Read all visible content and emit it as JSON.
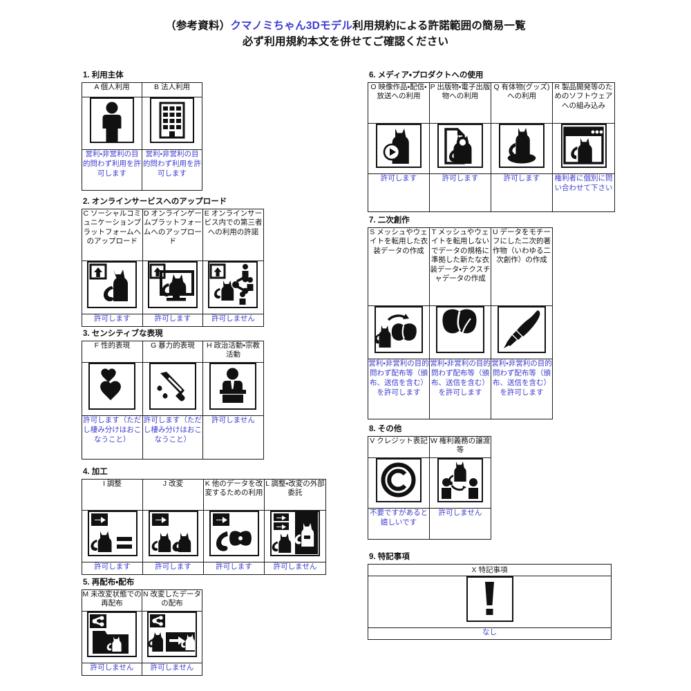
{
  "title": {
    "line1_pre": "（参考資料）",
    "line1_blue": "クマノミちゃん3Dモデル",
    "line1_post": "利用規約による許諾範囲の簡易一覧",
    "line2": "必ず利用規約本文を併せてご確認ください"
  },
  "colors": {
    "ink": "#1a1a1a",
    "note_blue": "#3b3bd0",
    "title_blue": "#3b3bd0",
    "paper": "#ffffff"
  },
  "sections": {
    "s1": {
      "heading": "1. 利用主体",
      "cells": [
        {
          "head": "A 個人利用",
          "icon": "person-icon",
          "note": "営利・非営利の目的問わず利用を許可します"
        },
        {
          "head": "B 法人利用",
          "icon": "building-icon",
          "note": "営利・非営利の目的問わず利用を許可します"
        }
      ]
    },
    "s2": {
      "heading": "2. オンラインサービスへのアップロード",
      "cells": [
        {
          "head": "C ソーシャルコミュニケーションプラットフォームへのアップロード",
          "icon": "upload-cat-icon",
          "note": "許可します"
        },
        {
          "head": "D オンラインゲームプラットフォームへのアップロード",
          "icon": "upload-monitor-cat-icon",
          "note": "許可します"
        },
        {
          "head": "E オンラインサービス内での第三者への利用の許諾",
          "icon": "upload-share-people-icon",
          "note": "許可しません"
        }
      ]
    },
    "s3": {
      "heading": "3. センシティブな表現",
      "cells": [
        {
          "head": "F 性的表現",
          "icon": "hearts-icon",
          "note": "許可します（ただし棲み分けはおこなうこと）"
        },
        {
          "head": "G 暴力的表現",
          "icon": "knife-icon",
          "note": "許可します（ただし棲み分けはおこなうこと）"
        },
        {
          "head": "H 政治活動・宗教活動",
          "icon": "podium-speaker-icon",
          "note": "許可しません"
        }
      ]
    },
    "s4": {
      "heading": "4. 加工",
      "cells": [
        {
          "head": "I 調整",
          "icon": "arrow-cat-equal-icon",
          "note": "許可します"
        },
        {
          "head": "J 改変",
          "icon": "arrow-cat-cat-icon",
          "note": "許可します"
        },
        {
          "head": "K 他のデータを改変するための利用",
          "icon": "arrow-cat-ribbon-icon",
          "note": "許可します"
        },
        {
          "head": "L 調整・改変の外部委託",
          "icon": "arrows-two-cats-icon",
          "note": "許可しません"
        }
      ]
    },
    "s5": {
      "heading": "5. 再配布・配布",
      "cells": [
        {
          "head": "M 未改変状態での再配布",
          "icon": "share-folder-cat-icon",
          "note": "許可しません"
        },
        {
          "head": "N 改変したデータの配布",
          "icon": "share-cat-arrow-cat-icon",
          "note": "許可しません"
        }
      ]
    },
    "s6": {
      "heading": "6. メディア・プロダクトへの使用",
      "cells": [
        {
          "head": "O 映像作品・配信・放送への利用",
          "icon": "play-cat-icon",
          "note": "許可します"
        },
        {
          "head": "P 出版物・電子出版物への利用",
          "icon": "page-cat-icon",
          "note": "許可します"
        },
        {
          "head": "Q 有体物(グッズ)への利用",
          "icon": "figure-cat-icon",
          "note": "許可します"
        },
        {
          "head": "R 製品開発等のためのソフトウェアへの組み込み",
          "icon": "window-cat-icon",
          "note": "権利者に個別に問い合わせて下さい"
        }
      ]
    },
    "s7": {
      "heading": "7. 二次創作",
      "cells": [
        {
          "head": "S メッシュやウェイトを転用した衣装データの作成",
          "icon": "cat-to-cloth-icon",
          "note": "営利・非営利の目的問わず配布等（頒布、送信を含む）を許可します"
        },
        {
          "head": "T メッシュやウェイトを転用しないでデータの規格に準拠した新たな衣装データ・テクスチャデータの作成",
          "icon": "cloth-icon",
          "note": "営利・非営利の目的問わず配布等（頒布、送信を含む）を許可します"
        },
        {
          "head": "U データをモチーフにした二次的著作物（いわゆる二次創作）の作成",
          "icon": "paintbrush-icon",
          "note": "営利・非営利の目的問わず配布等（頒布、送信を含む）を許可します"
        }
      ]
    },
    "s8": {
      "heading": "8. その他",
      "cells": [
        {
          "head": "V クレジット表記",
          "icon": "copyright-icon",
          "note": "不要ですがあると嬉しいです"
        },
        {
          "head": "W 権利義務の譲渡等",
          "icon": "transfer-cat-icon",
          "note": "許可しません"
        }
      ]
    },
    "s9": {
      "heading": "9. 特記事項",
      "head": "X 特記事項",
      "icon": "exclamation-icon",
      "note": "なし"
    }
  }
}
